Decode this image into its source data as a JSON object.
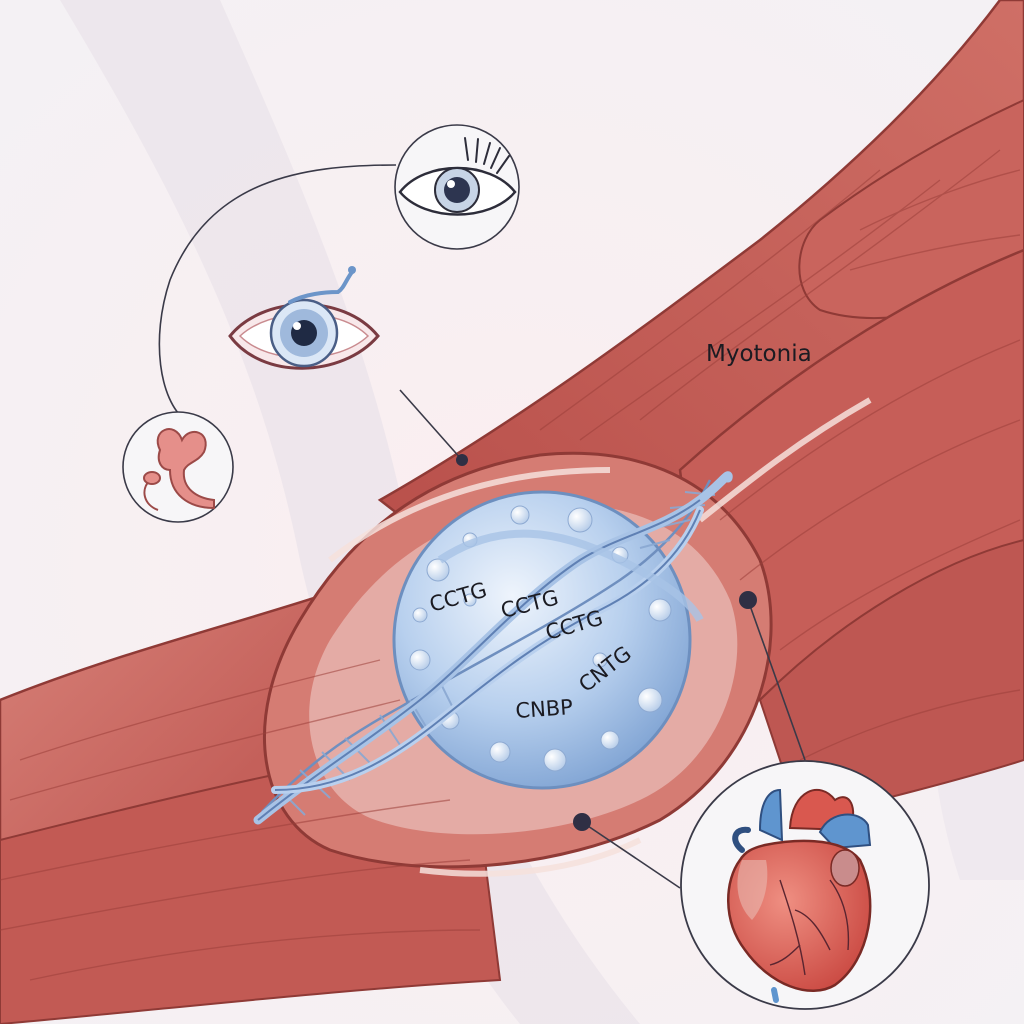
{
  "labels": {
    "myotonia": "Myotonia",
    "cnbp": "CNBP",
    "repeat_1": "CCTG",
    "repeat_2": "CCTG",
    "repeat_3": "CCTG",
    "repeat_4": "CNTG"
  },
  "icons": {
    "eye_top": "eye-icon",
    "eye_cataract": "cataract-eye-icon",
    "gland": "endocrine-gland-icon",
    "heart": "heart-icon",
    "dna": "dna-double-helix-icon",
    "nucleus": "nucleus-sphere-icon"
  },
  "colors": {
    "muscle": "#c8645c",
    "muscle_dark": "#8f3a36",
    "nucleus": "#a9c6ea",
    "dna": "#8fb0d8",
    "heart_red": "#d9584f",
    "heart_blue": "#5f95cf",
    "line": "#3a3a48"
  }
}
